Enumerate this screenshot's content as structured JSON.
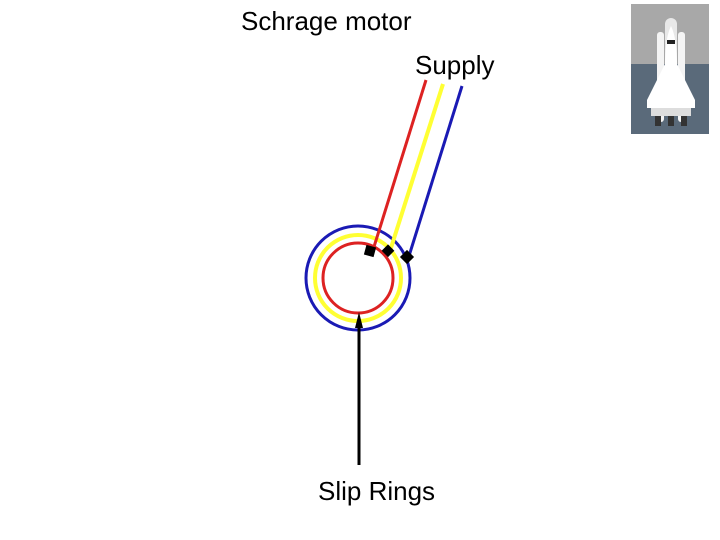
{
  "title": "Schrage motor",
  "labels": {
    "supply": "Supply",
    "slip_rings": "Slip Rings"
  },
  "colors": {
    "ring_outer": "#1a1ab4",
    "ring_middle": "#ffff33",
    "ring_inner": "#dd2222",
    "wire_red": "#dd2222",
    "wire_yellow": "#ffff33",
    "wire_blue": "#1a1ab4",
    "arrow": "#000000"
  },
  "icons": {
    "clipart": "space-shuttle-icon",
    "brush": "brush-contact-icon"
  }
}
